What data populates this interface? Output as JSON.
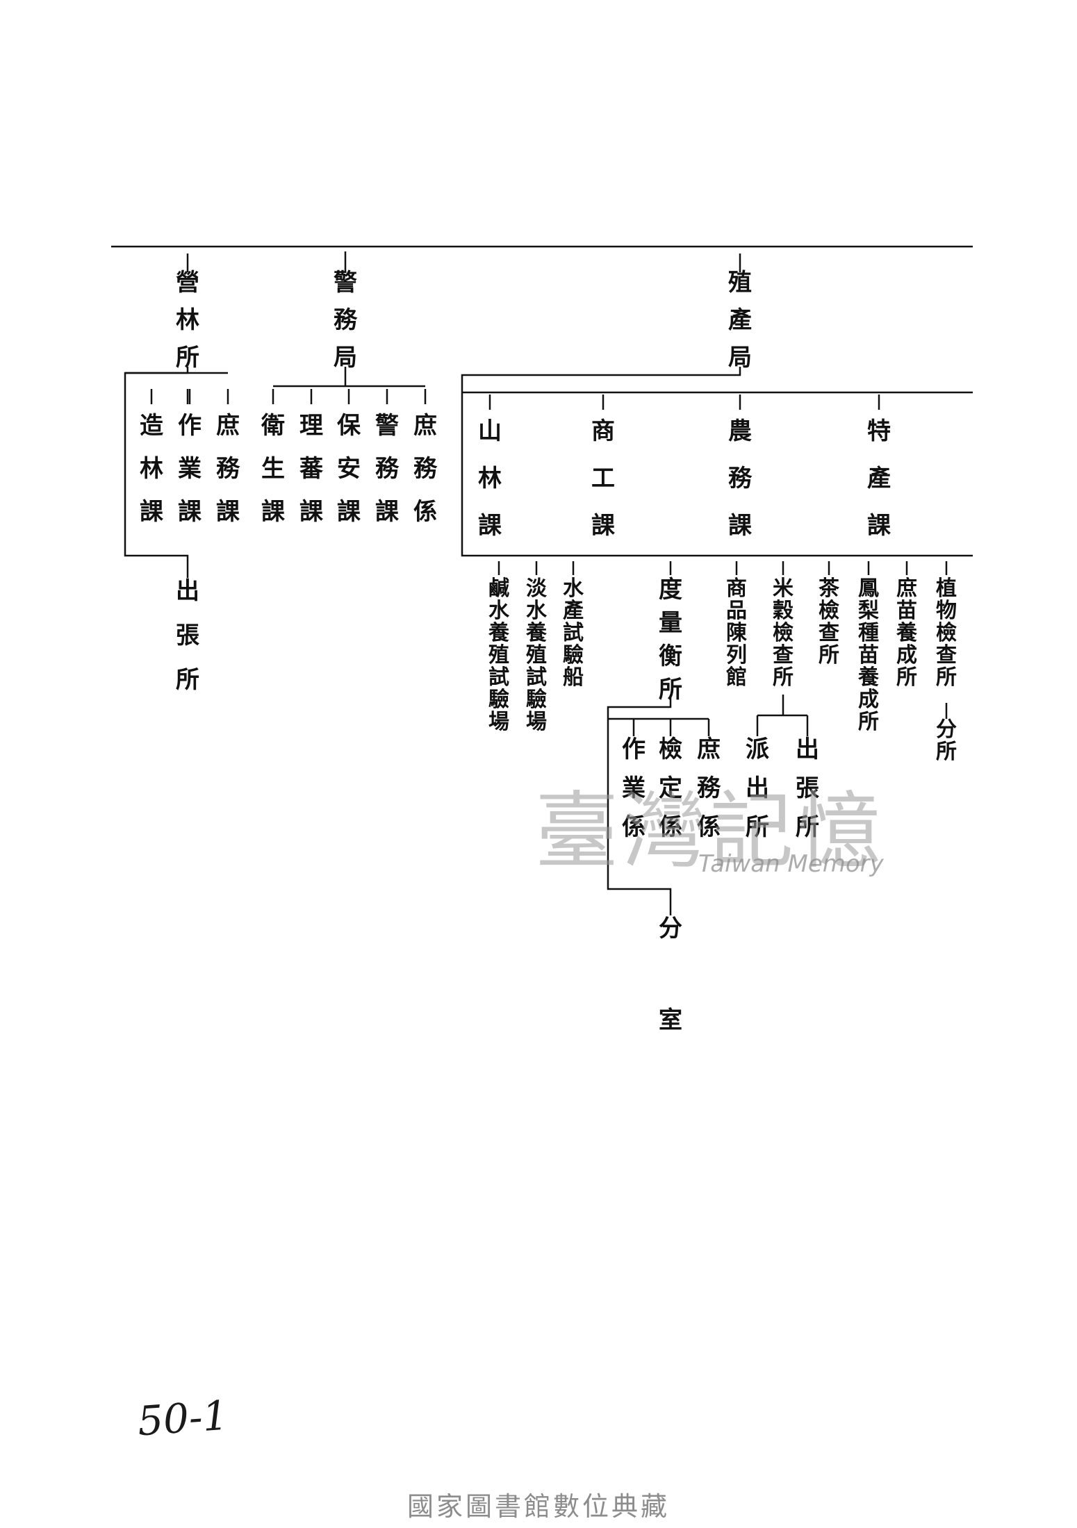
{
  "chart": {
    "eiringsho": {
      "label": "營林所",
      "children": [
        "庶務課",
        "作業課",
        "造林課"
      ],
      "sub": "出張所"
    },
    "keimukyoku": {
      "label": "警務局",
      "children": [
        "庶務係",
        "警務課",
        "保安課",
        "理蕃課",
        "衛生課"
      ]
    },
    "shokusankyoku": {
      "label": "殖產局",
      "divisions": [
        "特產課",
        "農務課",
        "商工課",
        "山林課"
      ],
      "tokusan_units": [
        "植物檢查所",
        "庶苗養成所",
        "鳳梨種苗養成所",
        "茶檢查所"
      ],
      "plant_branch": "分所",
      "noumu_units": [
        "米穀檢查所",
        "商品陳列館"
      ],
      "beikoku_units": [
        "出張所",
        "派出所"
      ],
      "shoko_units": [
        "度量衡所"
      ],
      "doryoko_units": [
        "庶務係",
        "檢定係",
        "作業係"
      ],
      "doryoko_sub": "分室",
      "sanrin_units": [
        "水產試驗船",
        "淡水養殖試驗場",
        "鹹水養殖試驗場"
      ]
    }
  },
  "watermark": {
    "main": "臺灣記憶",
    "sub": "Taiwan Memory"
  },
  "page_mark": "50-1",
  "footer": "國家圖書館數位典藏"
}
